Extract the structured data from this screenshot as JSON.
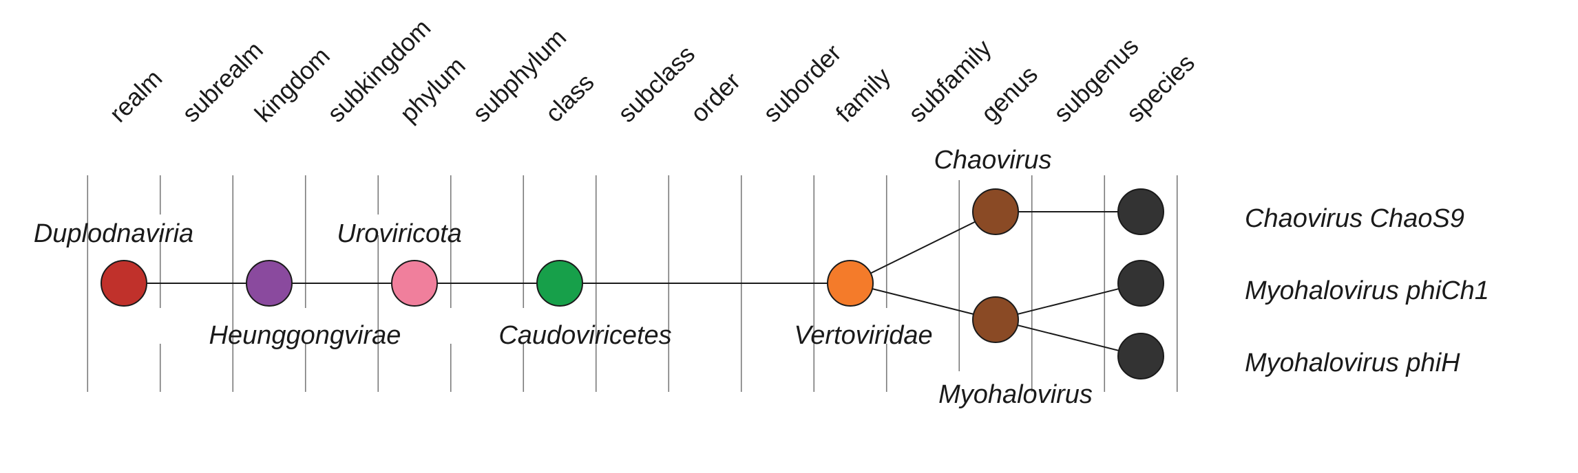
{
  "ranks": [
    "realm",
    "subrealm",
    "kingdom",
    "subkingdom",
    "phylum",
    "subphylum",
    "class",
    "subclass",
    "order",
    "suborder",
    "family",
    "subfamily",
    "genus",
    "subgenus",
    "species"
  ],
  "nodes": [
    {
      "id": "duplodnaviria",
      "name": "Duplodnaviria",
      "rank": "realm",
      "color": "#c0312b"
    },
    {
      "id": "heunggongvirae",
      "name": "Heunggongvirae",
      "rank": "kingdom",
      "color": "#8a4a9e"
    },
    {
      "id": "uroviricota",
      "name": "Uroviricota",
      "rank": "phylum",
      "color": "#f07f9c"
    },
    {
      "id": "caudoviricetes",
      "name": "Caudoviricetes",
      "rank": "class",
      "color": "#17a04a"
    },
    {
      "id": "vertoviridae",
      "name": "Vertoviridae",
      "rank": "family",
      "color": "#f47b2a"
    },
    {
      "id": "chaovirus",
      "name": "Chaovirus",
      "rank": "genus",
      "color": "#8a4a25"
    },
    {
      "id": "myohalovirus",
      "name": "Myohalovirus",
      "rank": "genus",
      "color": "#8a4a25"
    },
    {
      "id": "chaos9",
      "name": "Chaovirus ChaoS9",
      "rank": "species",
      "color": "#333333"
    },
    {
      "id": "phich1",
      "name": "Myohalovirus phiCh1",
      "rank": "species",
      "color": "#333333"
    },
    {
      "id": "phih",
      "name": "Myohalovirus phiH",
      "rank": "species",
      "color": "#333333"
    }
  ],
  "edges": [
    [
      "duplodnaviria",
      "heunggongvirae"
    ],
    [
      "heunggongvirae",
      "uroviricota"
    ],
    [
      "uroviricota",
      "caudoviricetes"
    ],
    [
      "caudoviricetes",
      "vertoviridae"
    ],
    [
      "vertoviridae",
      "chaovirus"
    ],
    [
      "vertoviridae",
      "myohalovirus"
    ],
    [
      "chaovirus",
      "chaos9"
    ],
    [
      "myohalovirus",
      "phich1"
    ],
    [
      "myohalovirus",
      "phih"
    ]
  ]
}
